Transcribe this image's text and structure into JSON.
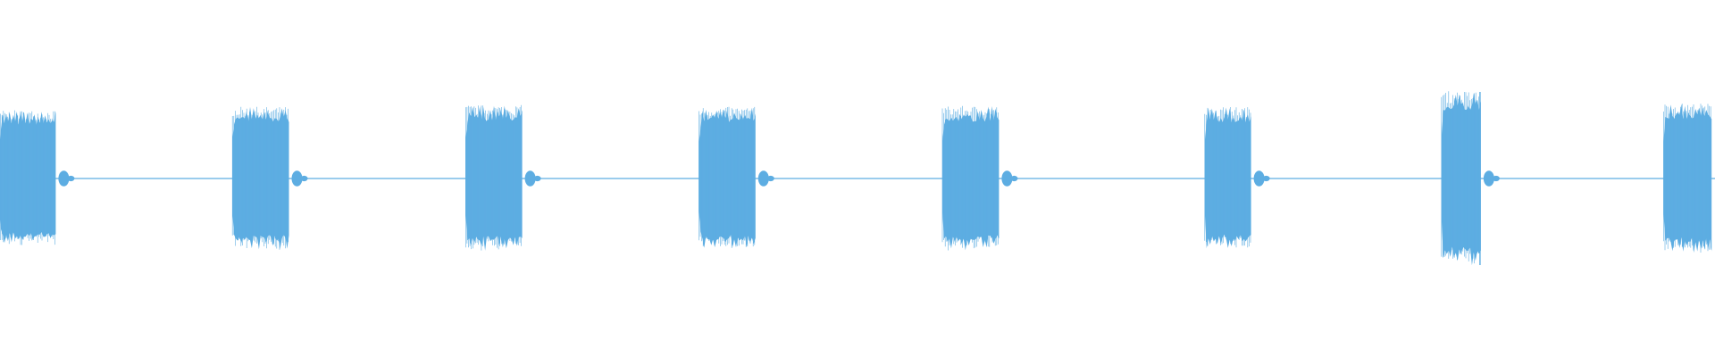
{
  "waveform": {
    "color": "#5dade2",
    "background": "#ffffff",
    "bursts": [
      {
        "center_fraction": 0.016,
        "width_fraction": 0.033,
        "amplitude": 0.78
      },
      {
        "center_fraction": 0.152,
        "width_fraction": 0.033,
        "amplitude": 0.82
      },
      {
        "center_fraction": 0.288,
        "width_fraction": 0.033,
        "amplitude": 0.84
      },
      {
        "center_fraction": 0.424,
        "width_fraction": 0.033,
        "amplitude": 0.82
      },
      {
        "center_fraction": 0.566,
        "width_fraction": 0.033,
        "amplitude": 0.83
      },
      {
        "center_fraction": 0.716,
        "width_fraction": 0.027,
        "amplitude": 0.82
      },
      {
        "center_fraction": 0.852,
        "width_fraction": 0.023,
        "amplitude": 1.0
      },
      {
        "center_fraction": 0.984,
        "width_fraction": 0.028,
        "amplitude": 0.86
      }
    ],
    "echo_amplitude": 0.09
  }
}
